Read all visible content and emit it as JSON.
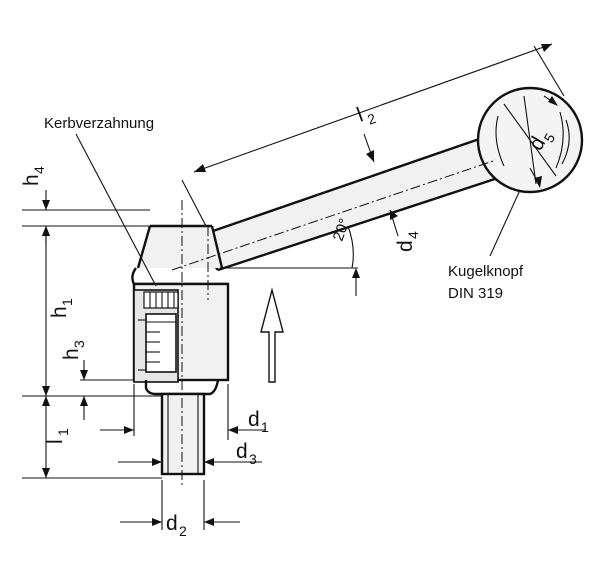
{
  "labels": {
    "serration": "Kerbverzahnung",
    "knob_line1": "Kugelknopf",
    "knob_line2": "DIN 319",
    "angle": "20°"
  },
  "dimensions": {
    "h4": {
      "main": "h",
      "sub": "4"
    },
    "h1": {
      "main": "h",
      "sub": "1"
    },
    "h3": {
      "main": "h",
      "sub": "3"
    },
    "l1": {
      "main": "l",
      "sub": "1"
    },
    "l2": {
      "main": "l",
      "sub": "2"
    },
    "d1": {
      "main": "d",
      "sub": "1"
    },
    "d2": {
      "main": "d",
      "sub": "2"
    },
    "d3": {
      "main": "d",
      "sub": "3"
    },
    "d4": {
      "main": "d",
      "sub": "4"
    },
    "d5": {
      "main": "d",
      "sub": "5"
    }
  },
  "colors": {
    "line": "#111111",
    "fill": "#f1f1f1",
    "background": "#ffffff"
  }
}
